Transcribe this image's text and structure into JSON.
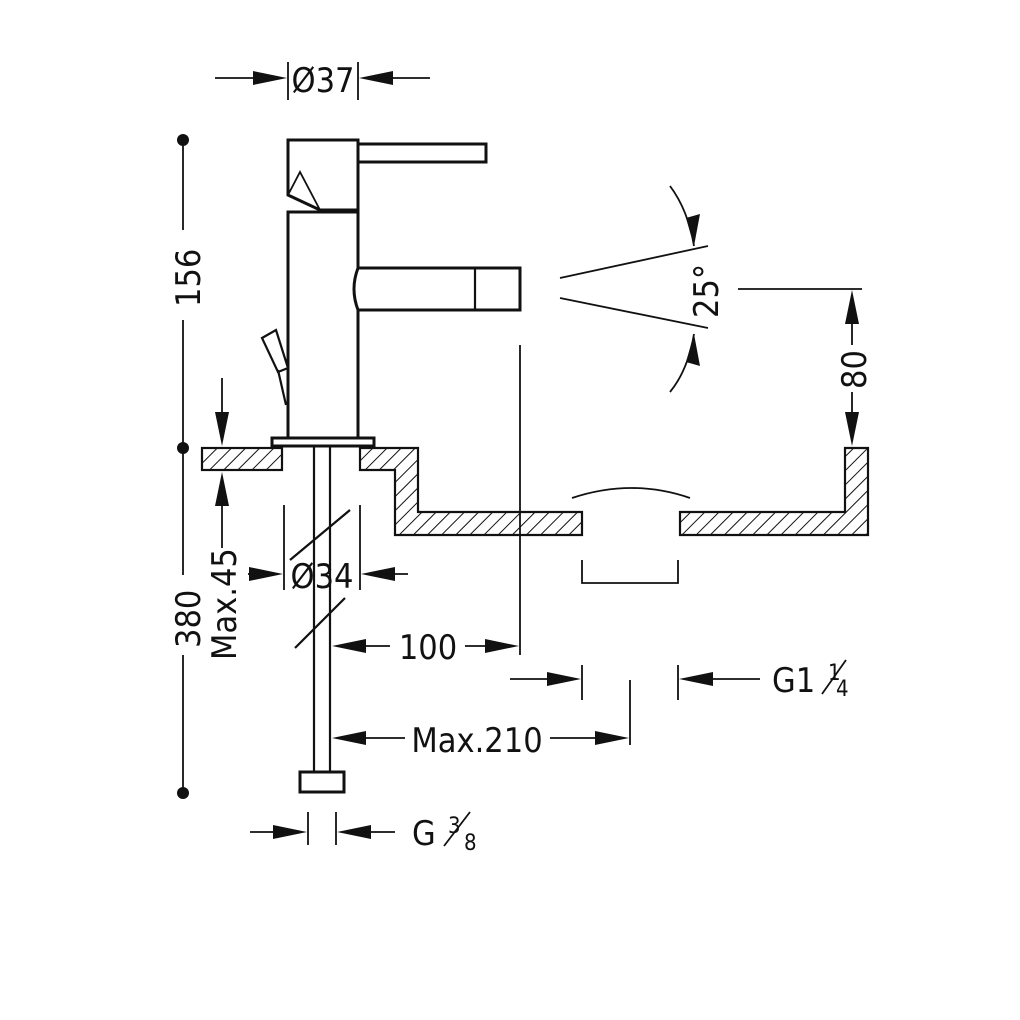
{
  "diagram": {
    "dimensions": {
      "top_diameter": "Ø37",
      "height_above_deck": "156",
      "spray_angle": "25°",
      "nozzle_height": "80",
      "max_deck_thickness": "Max.45",
      "hole_diameter": "Ø34",
      "total_length": "380",
      "nozzle_reach": "100",
      "max_reach": "Max.210",
      "waste_thread": "G1",
      "waste_fraction_num": "1",
      "waste_fraction_den": "4",
      "supply_thread": "G",
      "supply_fraction_num": "3",
      "supply_fraction_den": "8"
    }
  }
}
